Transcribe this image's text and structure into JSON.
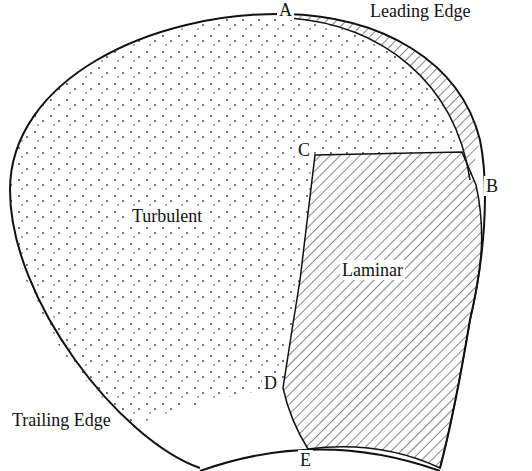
{
  "diagram": {
    "labels": [
      "A",
      "Leading Edge",
      "C",
      "B",
      "Turbulent",
      "Laminar",
      "D",
      "Trailing Edge",
      "E"
    ]
  }
}
